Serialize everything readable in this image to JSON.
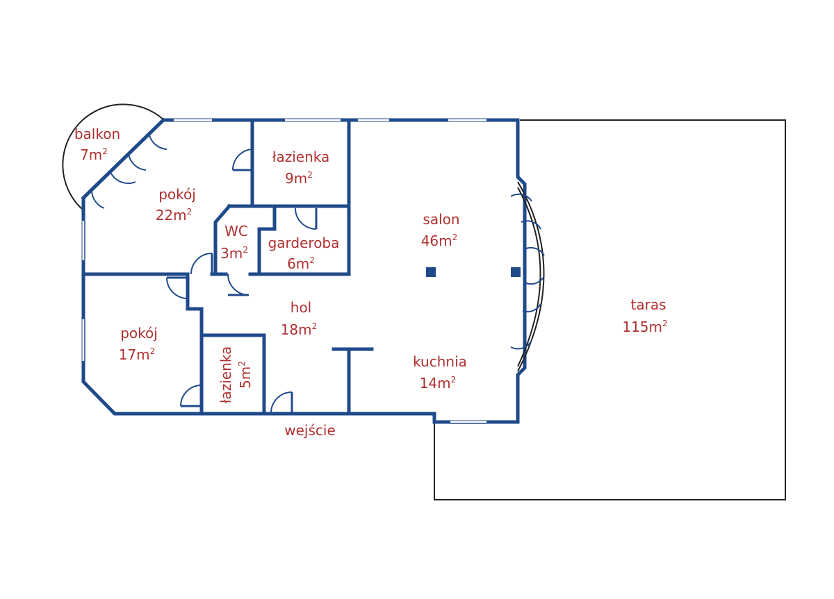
{
  "rooms": [
    {
      "name": "balkon",
      "area": "7m",
      "sup": "2"
    },
    {
      "name": "pokój",
      "area": "22m",
      "sup": "2"
    },
    {
      "name": "łazienka",
      "area": "9m",
      "sup": "2"
    },
    {
      "name": "WC",
      "area": "3m",
      "sup": "2"
    },
    {
      "name": "garderoba",
      "area": "6m",
      "sup": "2"
    },
    {
      "name": "salon",
      "area": "46m",
      "sup": "2"
    },
    {
      "name": "hol",
      "area": "18m",
      "sup": "2"
    },
    {
      "name": "pokój",
      "area": "17m",
      "sup": "2"
    },
    {
      "name": "łazienka",
      "area": "5m",
      "sup": "2"
    },
    {
      "name": "kuchnia",
      "area": "14m",
      "sup": "2"
    },
    {
      "name": "taras",
      "area": "115m",
      "sup": "2"
    }
  ],
  "entrance": "wejście",
  "colors": {
    "walls": "#1f4a8a",
    "labels": "#b03030",
    "outline": "#222222"
  }
}
